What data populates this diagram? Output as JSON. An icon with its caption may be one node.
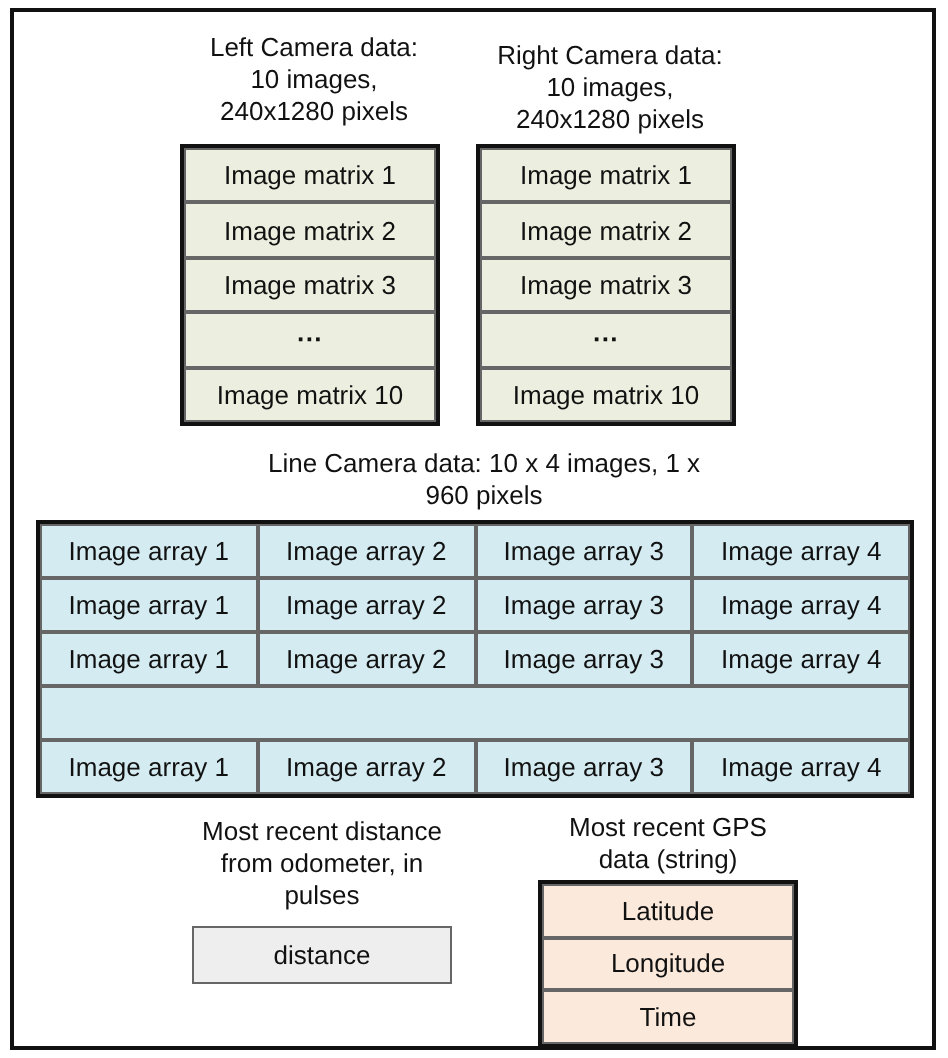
{
  "diagram": {
    "nodes": [
      {
        "text": [
          "Left Camera data: 10 images, 240x1280 pixels"
        ]
      },
      {
        "text": [
          "Image matrix 1"
        ],
        "in": 0
      },
      {
        "text": [
          "Image matrix 2"
        ],
        "in": 0
      },
      {
        "text": [
          "Image matrix 3"
        ],
        "in": 0
      },
      {
        "text": [
          "···"
        ],
        "in": 0
      },
      {
        "text": [
          "Image matrix 10"
        ],
        "in": 0
      },
      {
        "text": [
          "Right Camera data: 10 images, 240x1280 pixels"
        ]
      },
      {
        "text": [
          "Image matrix 1"
        ],
        "in": 6
      },
      {
        "text": [
          "Image matrix 2"
        ],
        "in": 6
      },
      {
        "text": [
          "Image matrix 3"
        ],
        "in": 6
      },
      {
        "text": [
          "···"
        ],
        "in": 6
      },
      {
        "text": [
          "Image matrix 10"
        ],
        "in": 6
      },
      {
        "text": [
          "Line Camera data: 10 x 4 images, 1 x 960 pixels"
        ]
      },
      {
        "text": [
          "Image array 1"
        ],
        "in": 12
      },
      {
        "text": [
          "Image array 2"
        ],
        "in": 12
      },
      {
        "text": [
          "Image array 3"
        ],
        "in": 12
      },
      {
        "text": [
          "Image array 4"
        ],
        "in": 12
      },
      {
        "text": [
          "Image array 1"
        ],
        "in": 12
      },
      {
        "text": [
          "Image array 2"
        ],
        "in": 12
      },
      {
        "text": [
          "Image array 3"
        ],
        "in": 12
      },
      {
        "text": [
          "Image array 4"
        ],
        "in": 12
      },
      {
        "text": [
          "Image array 1"
        ],
        "in": 12
      },
      {
        "text": [
          "Image array 2"
        ],
        "in": 12
      },
      {
        "text": [
          "Image array 3"
        ],
        "in": 12
      },
      {
        "text": [
          "Image array 4"
        ],
        "in": 12
      },
      {
        "text": [],
        "shape": "bar",
        "in": 12
      },
      {
        "text": [
          "Image array 1"
        ],
        "in": 12
      },
      {
        "text": [
          "Image array 2"
        ],
        "in": 12
      },
      {
        "text": [
          "Image array 3"
        ],
        "in": 12
      },
      {
        "text": [
          "Image array 4"
        ],
        "in": 12
      },
      {
        "text": [
          "Most recent distance from odometer, in pulses",
          "distance"
        ]
      },
      {
        "text": [
          "Most recent GPS data (string)"
        ]
      },
      {
        "text": [
          "Latitude"
        ],
        "in": 31
      },
      {
        "text": [
          "Longitude"
        ],
        "in": 31
      },
      {
        "text": [
          "Time"
        ],
        "in": 31
      }
    ]
  }
}
